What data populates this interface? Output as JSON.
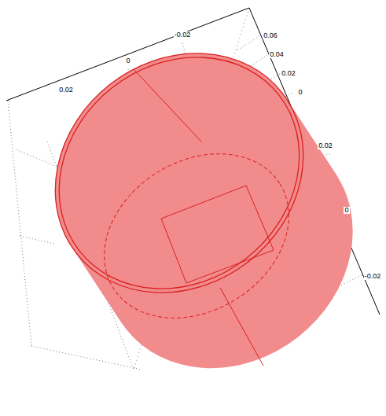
{
  "diagram": {
    "labels": [
      "-0.02",
      "0.06",
      "0.04",
      "0.02",
      "0",
      "0",
      "0.02",
      "0.02",
      "0",
      "-0.02"
    ]
  }
}
